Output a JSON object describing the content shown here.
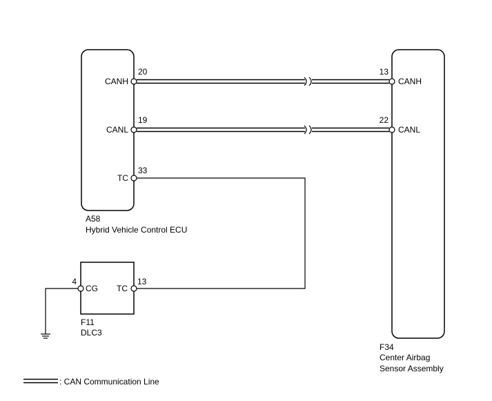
{
  "ecu": {
    "code": "A58",
    "name": "Hybrid Vehicle Control ECU",
    "pins": [
      {
        "pin": "20",
        "label": "CANH"
      },
      {
        "pin": "19",
        "label": "CANL"
      },
      {
        "pin": "33",
        "label": "TC"
      }
    ]
  },
  "airbag": {
    "code": "F34",
    "name_line1": "Center Airbag",
    "name_line2": "Sensor Assembly",
    "pins": [
      {
        "pin": "13",
        "label": "CANH"
      },
      {
        "pin": "22",
        "label": "CANL"
      }
    ]
  },
  "dlc": {
    "code": "F11",
    "name": "DLC3",
    "pins": [
      {
        "pin": "4",
        "label": "CG"
      },
      {
        "pin": "13",
        "label": "TC"
      }
    ]
  },
  "legend": {
    "text": ": CAN Communication Line"
  },
  "colors": {
    "line": "#000000",
    "background": "#ffffff"
  }
}
